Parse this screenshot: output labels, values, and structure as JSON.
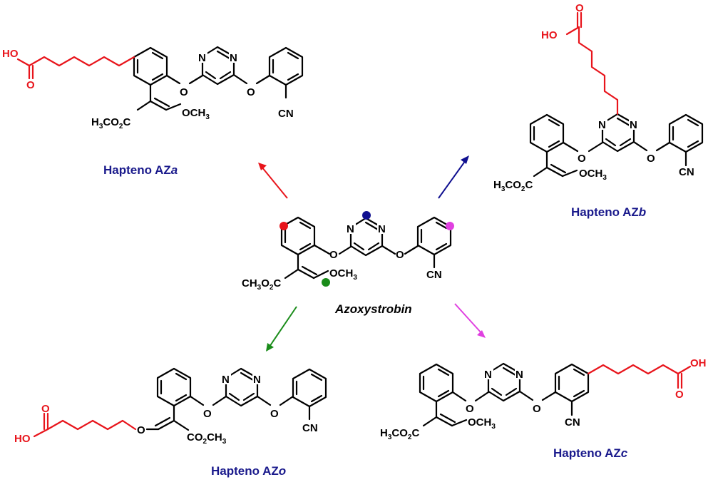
{
  "center": {
    "name": "Azoxystrobin",
    "labels": {
      "n1": "N",
      "n2": "N",
      "o1": "O",
      "o2": "O",
      "ocH3": "OCH3",
      "ester": "CH3O2C",
      "cn": "CN"
    },
    "markers": [
      {
        "id": "red",
        "color": "#e8141b"
      },
      {
        "id": "navy",
        "color": "#101090"
      },
      {
        "id": "magenta",
        "color": "#e040e0"
      },
      {
        "id": "green",
        "color": "#1a8c1a"
      }
    ]
  },
  "haptens": {
    "a": {
      "prefix": "Hapteno AZ",
      "letter": "a",
      "arrow_color": "#e8141b"
    },
    "b": {
      "prefix": "Hapteno AZ",
      "letter": "b",
      "arrow_color": "#101090"
    },
    "o": {
      "prefix": "Hapteno AZ",
      "letter": "o",
      "arrow_color": "#1a8c1a"
    },
    "c": {
      "prefix": "Hapteno AZ",
      "letter": "c",
      "arrow_color": "#e040e0"
    }
  },
  "labels": {
    "ho": "HO",
    "oh": "OH",
    "o": "O",
    "n": "N",
    "cn": "CN",
    "och3": "OCH3",
    "h3co2c": "H3CO2C",
    "co2ch3": "CO2CH3"
  }
}
